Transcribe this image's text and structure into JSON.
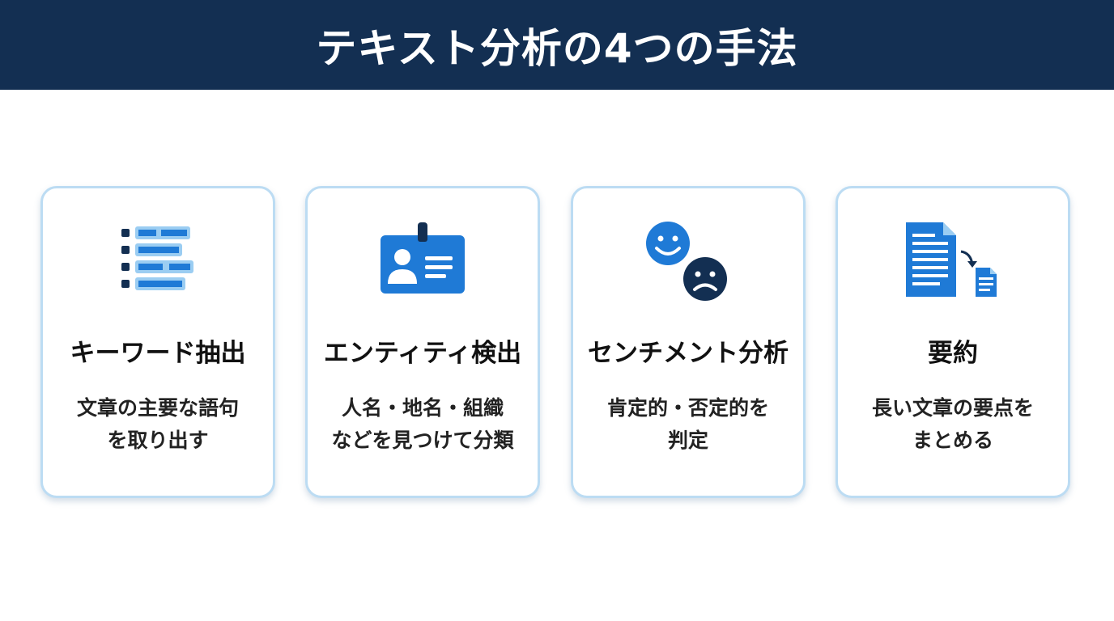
{
  "header": {
    "title": "テキスト分析の4つの手法",
    "background": "#132f52"
  },
  "colors": {
    "accent_blue": "#1f7ad6",
    "light_blue": "#9bcdf2",
    "dark_navy": "#132f52",
    "card_border": "#bcdcf3"
  },
  "cards": [
    {
      "icon": "keyword-list-icon",
      "title": "キーワード抽出",
      "desc_lines": [
        "文章の主要な語句",
        "を取り出す"
      ]
    },
    {
      "icon": "id-badge-icon",
      "title": "エンティティ検出",
      "desc_lines": [
        "人名・地名・組織",
        "などを見つけて分類"
      ]
    },
    {
      "icon": "sentiment-faces-icon",
      "title": "センチメント分析",
      "desc_lines": [
        "肯定的・否定的を",
        "判定"
      ]
    },
    {
      "icon": "document-summary-icon",
      "title": "要約",
      "desc_lines": [
        "長い文章の要点を",
        "まとめる"
      ]
    }
  ]
}
